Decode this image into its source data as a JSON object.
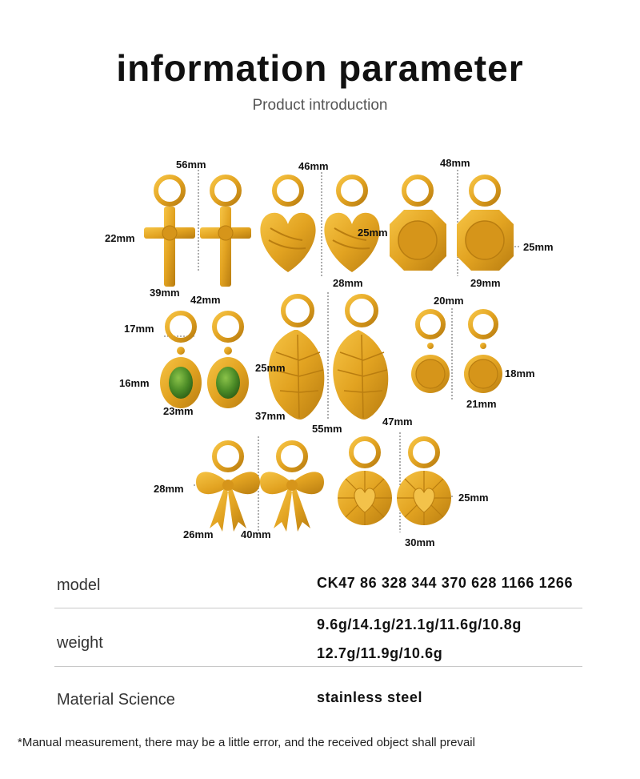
{
  "header": {
    "title": "information  parameter",
    "subtitle": "Product introduction"
  },
  "dimensions": {
    "cross": {
      "width": "56mm",
      "side": "22mm",
      "drop": "39mm",
      "length": "42mm"
    },
    "heart": {
      "width": "46mm",
      "side": "25mm",
      "bottom": "28mm"
    },
    "coin": {
      "width": "48mm",
      "side": "25mm",
      "bottom": "29mm"
    },
    "oval": {
      "hoop": "17mm",
      "side": "16mm",
      "bottom": "23mm"
    },
    "leaf": {
      "side": "25mm",
      "drop": "37mm",
      "length": "55mm"
    },
    "medal": {
      "width": "20mm",
      "side": "18mm",
      "bottom": "21mm"
    },
    "bow": {
      "side": "28mm",
      "drop": "26mm",
      "length": "40mm"
    },
    "sacred": {
      "width": "47mm",
      "side": "25mm",
      "bottom": "30mm"
    }
  },
  "specs": {
    "model_label": "model",
    "model_value": "CK47 86 328 344 370 628 1166 1266",
    "weight_label": "weight",
    "weight_line1": "9.6g/14.1g/21.1g/11.6g/10.8g",
    "weight_line2": "12.7g/11.9g/10.6g",
    "material_label": "Material Science",
    "material_value": "stainless steel"
  },
  "footnote": "*Manual measurement, there may be a little error, and the received object shall prevail",
  "colors": {
    "gold": "#e2a321",
    "gold_dark": "#b97d10",
    "jade": "#3f7d22",
    "divider": "#c8c8c8"
  }
}
